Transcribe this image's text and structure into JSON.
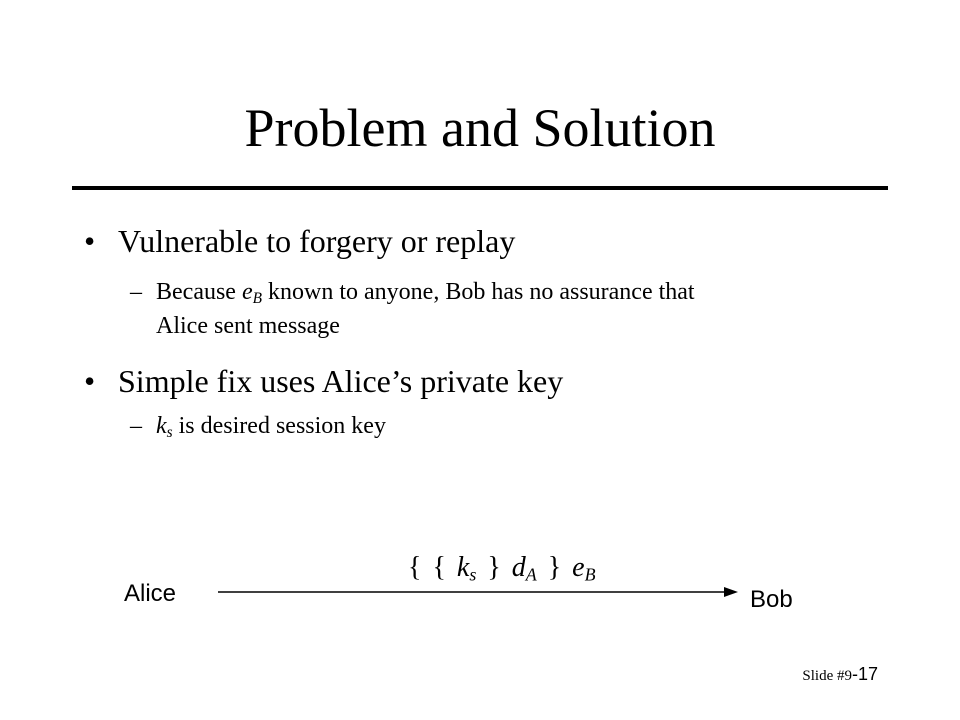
{
  "slide": {
    "title": "Problem and Solution",
    "bullets": [
      {
        "text": "Vulnerable to forgery or replay",
        "sub": [
          {
            "part1": "Because ",
            "var": "e",
            "var_sub": "B",
            "part2": " known to anyone, Bob has no assurance that",
            "line2": "Alice sent message"
          }
        ]
      },
      {
        "text": "Simple fix uses Alice’s private key",
        "sub": [
          {
            "var": "k",
            "var_sub": "s",
            "part2": " is desired session key"
          }
        ]
      }
    ],
    "bullet_glyph": "•",
    "dash_glyph": "–"
  },
  "diagram": {
    "sender": "Alice",
    "receiver": "Bob",
    "message": {
      "open1": "{",
      "open2": "{",
      "k": "k",
      "k_sub": "s",
      "close1": "}",
      "d": "d",
      "d_sub": "A",
      "close2": "}",
      "e": "e",
      "e_sub": "B"
    }
  },
  "footer": {
    "slide_label": "Slide #9",
    "slide_number": "-17"
  }
}
